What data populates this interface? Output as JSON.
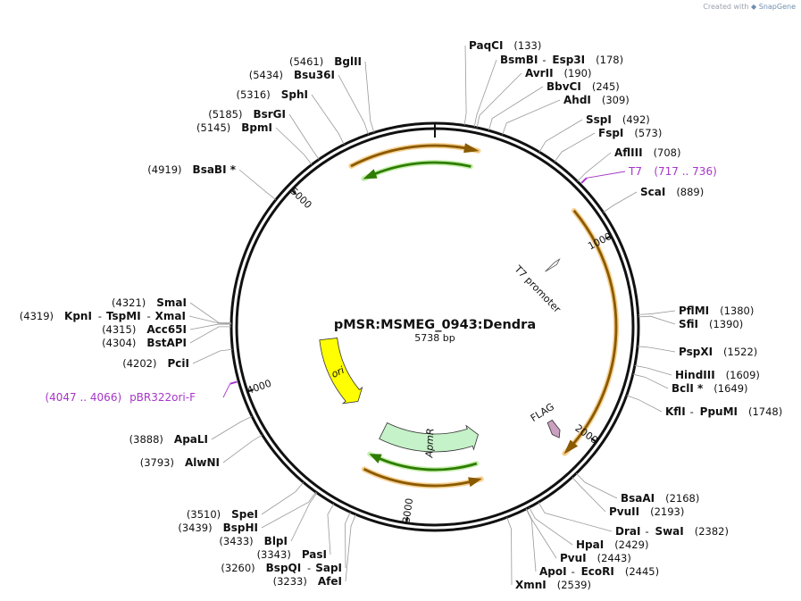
{
  "credit": {
    "prefix": "Created with",
    "brand": "SnapGene"
  },
  "plasmid": {
    "name": "pMSR:MSMEG_0943:Dendra",
    "size_label": "5738 bp",
    "length": 5738
  },
  "ticks": [
    {
      "pos": 1000,
      "label": "1000"
    },
    {
      "pos": 2000,
      "label": "2000"
    },
    {
      "pos": 3000,
      "label": "3000"
    },
    {
      "pos": 4000,
      "label": "4000"
    },
    {
      "pos": 5000,
      "label": "5000"
    }
  ],
  "sites": [
    {
      "names": [
        "PaqCI"
      ],
      "pos_label": "(133)",
      "bp": 133
    },
    {
      "names": [
        "BsmBI",
        "Esp3I"
      ],
      "pos_label": "(178)",
      "bp": 178
    },
    {
      "names": [
        "AvrII"
      ],
      "pos_label": "(190)",
      "bp": 190
    },
    {
      "names": [
        "BbvCI"
      ],
      "pos_label": "(245)",
      "bp": 245
    },
    {
      "names": [
        "AhdI"
      ],
      "pos_label": "(309)",
      "bp": 309
    },
    {
      "names": [
        "SspI"
      ],
      "pos_label": "(492)",
      "bp": 492
    },
    {
      "names": [
        "FspI"
      ],
      "pos_label": "(573)",
      "bp": 573
    },
    {
      "names": [
        "AflIII"
      ],
      "pos_label": "(708)",
      "bp": 708
    },
    {
      "names": [
        "ScaI"
      ],
      "pos_label": "(889)",
      "bp": 889
    },
    {
      "names": [
        "PflMI"
      ],
      "pos_label": "(1380)",
      "bp": 1380
    },
    {
      "names": [
        "SfiI"
      ],
      "pos_label": "(1390)",
      "bp": 1390
    },
    {
      "names": [
        "PspXI"
      ],
      "pos_label": "(1522)",
      "bp": 1522
    },
    {
      "names": [
        "HindIII"
      ],
      "pos_label": "(1609)",
      "bp": 1609
    },
    {
      "names": [
        "BclI *"
      ],
      "pos_label": "(1649)",
      "bp": 1649
    },
    {
      "names": [
        "KflI",
        "PpuMI"
      ],
      "pos_label": "(1748)",
      "bp": 1748
    },
    {
      "names": [
        "BsaAI"
      ],
      "pos_label": "(2168)",
      "bp": 2168
    },
    {
      "names": [
        "PvuII"
      ],
      "pos_label": "(2193)",
      "bp": 2193
    },
    {
      "names": [
        "DraI",
        "SwaI"
      ],
      "pos_label": "(2382)",
      "bp": 2382
    },
    {
      "names": [
        "HpaI"
      ],
      "pos_label": "(2429)",
      "bp": 2429
    },
    {
      "names": [
        "PvuI"
      ],
      "pos_label": "(2443)",
      "bp": 2443
    },
    {
      "names": [
        "ApoI",
        "EcoRI"
      ],
      "pos_label": "(2445)",
      "bp": 2445
    },
    {
      "names": [
        "XmnI"
      ],
      "pos_label": "(2539)",
      "bp": 2539
    },
    {
      "names": [
        "AfeI"
      ],
      "pos_label": "(3233)",
      "bp": 3233
    },
    {
      "names": [
        "BspQI",
        "SapI"
      ],
      "pos_label": "(3260)",
      "bp": 3260
    },
    {
      "names": [
        "PasI"
      ],
      "pos_label": "(3343)",
      "bp": 3343
    },
    {
      "names": [
        "BlpI"
      ],
      "pos_label": "(3433)",
      "bp": 3433
    },
    {
      "names": [
        "BspHI"
      ],
      "pos_label": "(3439)",
      "bp": 3439
    },
    {
      "names": [
        "SpeI"
      ],
      "pos_label": "(3510)",
      "bp": 3510
    },
    {
      "names": [
        "AlwNI"
      ],
      "pos_label": "(3793)",
      "bp": 3793
    },
    {
      "names": [
        "ApaLI"
      ],
      "pos_label": "(3888)",
      "bp": 3888
    },
    {
      "names": [
        "PciI"
      ],
      "pos_label": "(4202)",
      "bp": 4202
    },
    {
      "names": [
        "BstAPI"
      ],
      "pos_label": "(4304)",
      "bp": 4304
    },
    {
      "names": [
        "Acc65I"
      ],
      "pos_label": "(4315)",
      "bp": 4315
    },
    {
      "names": [
        "KpnI",
        "TspMI",
        "XmaI"
      ],
      "pos_label": "(4319)",
      "bp": 4319
    },
    {
      "names": [
        "SmaI"
      ],
      "pos_label": "(4321)",
      "bp": 4321
    },
    {
      "names": [
        "BsaBI *"
      ],
      "pos_label": "(4919)",
      "bp": 4919
    },
    {
      "names": [
        "BpmI"
      ],
      "pos_label": "(5145)",
      "bp": 5145
    },
    {
      "names": [
        "BsrGI"
      ],
      "pos_label": "(5185)",
      "bp": 5185
    },
    {
      "names": [
        "SphI"
      ],
      "pos_label": "(5316)",
      "bp": 5316
    },
    {
      "names": [
        "Bsu36I"
      ],
      "pos_label": "(5434)",
      "bp": 5434
    },
    {
      "names": [
        "BglII"
      ],
      "pos_label": "(5461)",
      "bp": 5461
    }
  ],
  "primers": [
    {
      "name": "T7",
      "range_label": "(717 .. 736)",
      "bp": 726
    },
    {
      "name": "pBR322ori-F",
      "range_label": "(4047 .. 4066)",
      "bp": 4056
    }
  ],
  "features": [
    {
      "name": "T7 promoter",
      "type": "promoter",
      "start": 717,
      "end": 736,
      "color": "#ffffff"
    },
    {
      "name": "FLAG",
      "type": "tag",
      "start": 2070,
      "end": 2094,
      "color": "#c9a0c0"
    },
    {
      "name": "ApmR",
      "type": "resistance",
      "start": 2520,
      "end": 3290,
      "direction": "ccw",
      "color": "#c5f2c8"
    },
    {
      "name": "ori",
      "type": "origin",
      "start": 3600,
      "end": 4200,
      "direction": "ccw",
      "color": "#ffff00"
    },
    {
      "name": "orf-a",
      "type": "orf",
      "start": 5300,
      "end": 220,
      "direction": "cw",
      "color": "#8a5a00"
    },
    {
      "name": "orf-b",
      "type": "orf",
      "start": 5330,
      "end": 200,
      "direction": "ccw",
      "color": "#2e7d00"
    },
    {
      "name": "orf-c",
      "type": "orf",
      "start": 800,
      "end": 2140,
      "direction": "cw",
      "color": "#8a5a00"
    },
    {
      "name": "orf-d",
      "type": "orf",
      "start": 2600,
      "end": 3300,
      "direction": "cw",
      "color": "#2e7d00"
    },
    {
      "name": "orf-e",
      "type": "orf",
      "start": 2600,
      "end": 3290,
      "direction": "ccw",
      "color": "#8a5a00"
    }
  ]
}
